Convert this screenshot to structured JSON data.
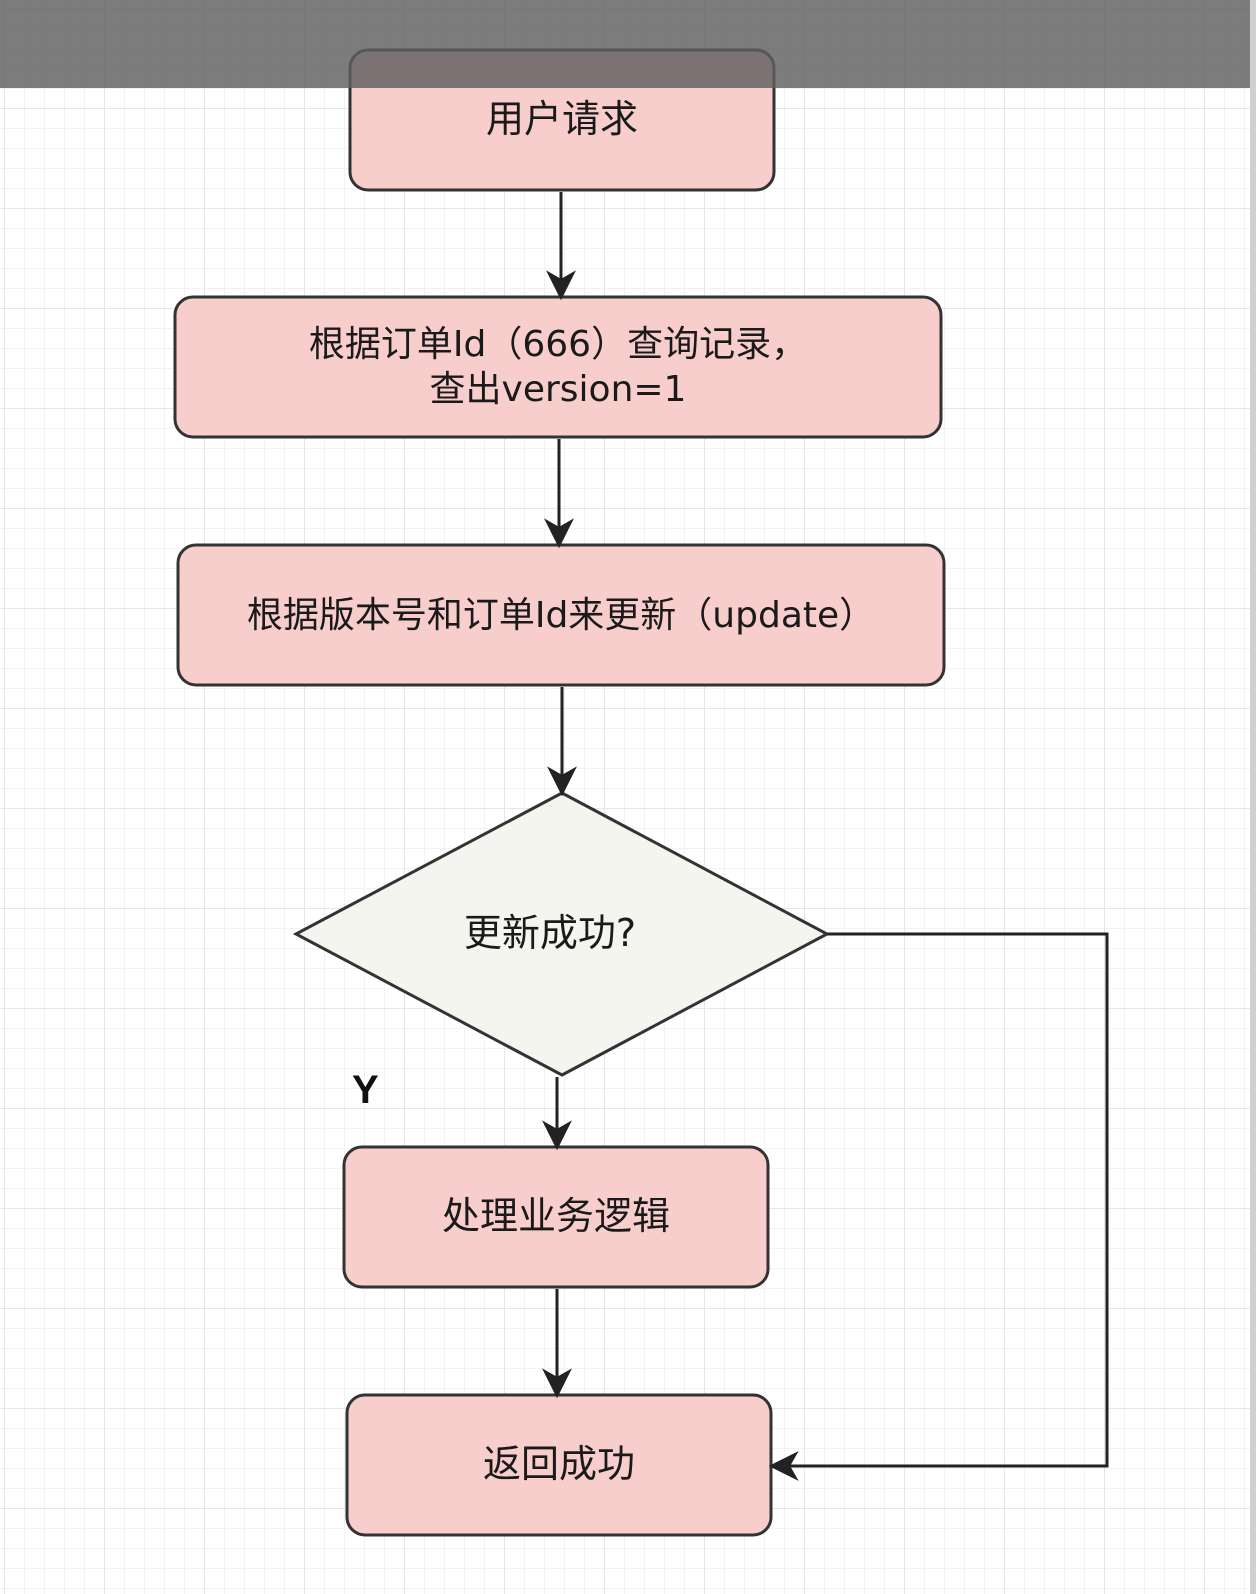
{
  "nodes": {
    "user_request": "用户请求",
    "query_line1": "根据订单Id（666）查询记录，",
    "query_line2": "查出version=1",
    "update": "根据版本号和订单Id来更新（update）",
    "decision": "更新成功?",
    "process": "处理业务逻辑",
    "return_success": "返回成功"
  },
  "edge_labels": {
    "yes": "Y"
  },
  "colors": {
    "process_fill": "#f8cecc",
    "decision_fill": "#f5f5ef",
    "stroke": "#333333"
  }
}
